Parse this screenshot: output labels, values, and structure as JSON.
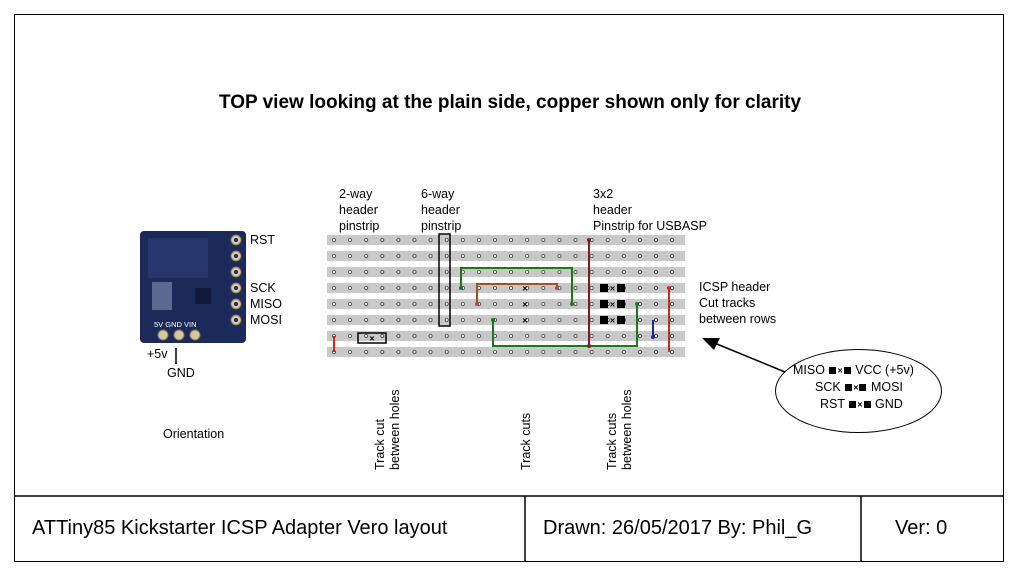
{
  "title": "TOP view looking at the plain side, copper shown only for clarity",
  "pin_labels": {
    "rst": "RST",
    "sck": "SCK",
    "miso": "MISO",
    "mosi": "MOSI",
    "v5": "+5v",
    "gnd": "GND",
    "board_silk": "5V GND VIN"
  },
  "headers": {
    "two_way": "2-way\nheader\npinstrip",
    "six_way": "6-way\nheader\npinstrip",
    "three_by_two": "3x2\nheader\nPinstrip for USBASP"
  },
  "icsp_note": "ICSP header\nCut tracks\nbetween rows",
  "orientation": "Orientation",
  "track_notes": {
    "cut_left": "Track cut\nbetween holes",
    "cuts_mid": "Track cuts",
    "cuts_right": "Track cuts\nbetween holes"
  },
  "legend": {
    "row1_left": "MISO",
    "row1_right": "VCC (+5v)",
    "row2_left": "SCK",
    "row2_right": "MOSI",
    "row3_left": "RST",
    "row3_right": "GND"
  },
  "title_block": {
    "name": "ATTiny85 Kickstarter ICSP Adapter Vero layout",
    "drawn": "Drawn: 26/05/2017  By: Phil_G",
    "version": "Ver: 0"
  },
  "colors": {
    "strip": "#c8c8c8",
    "board": "#1c2a5a",
    "wire_red": "#8b1a1a",
    "wire_green": "#1a7a1a",
    "wire_brown": "#a0522d",
    "wire_blue": "#1a2aa0",
    "wire_bright_red": "#cc2a1a"
  }
}
